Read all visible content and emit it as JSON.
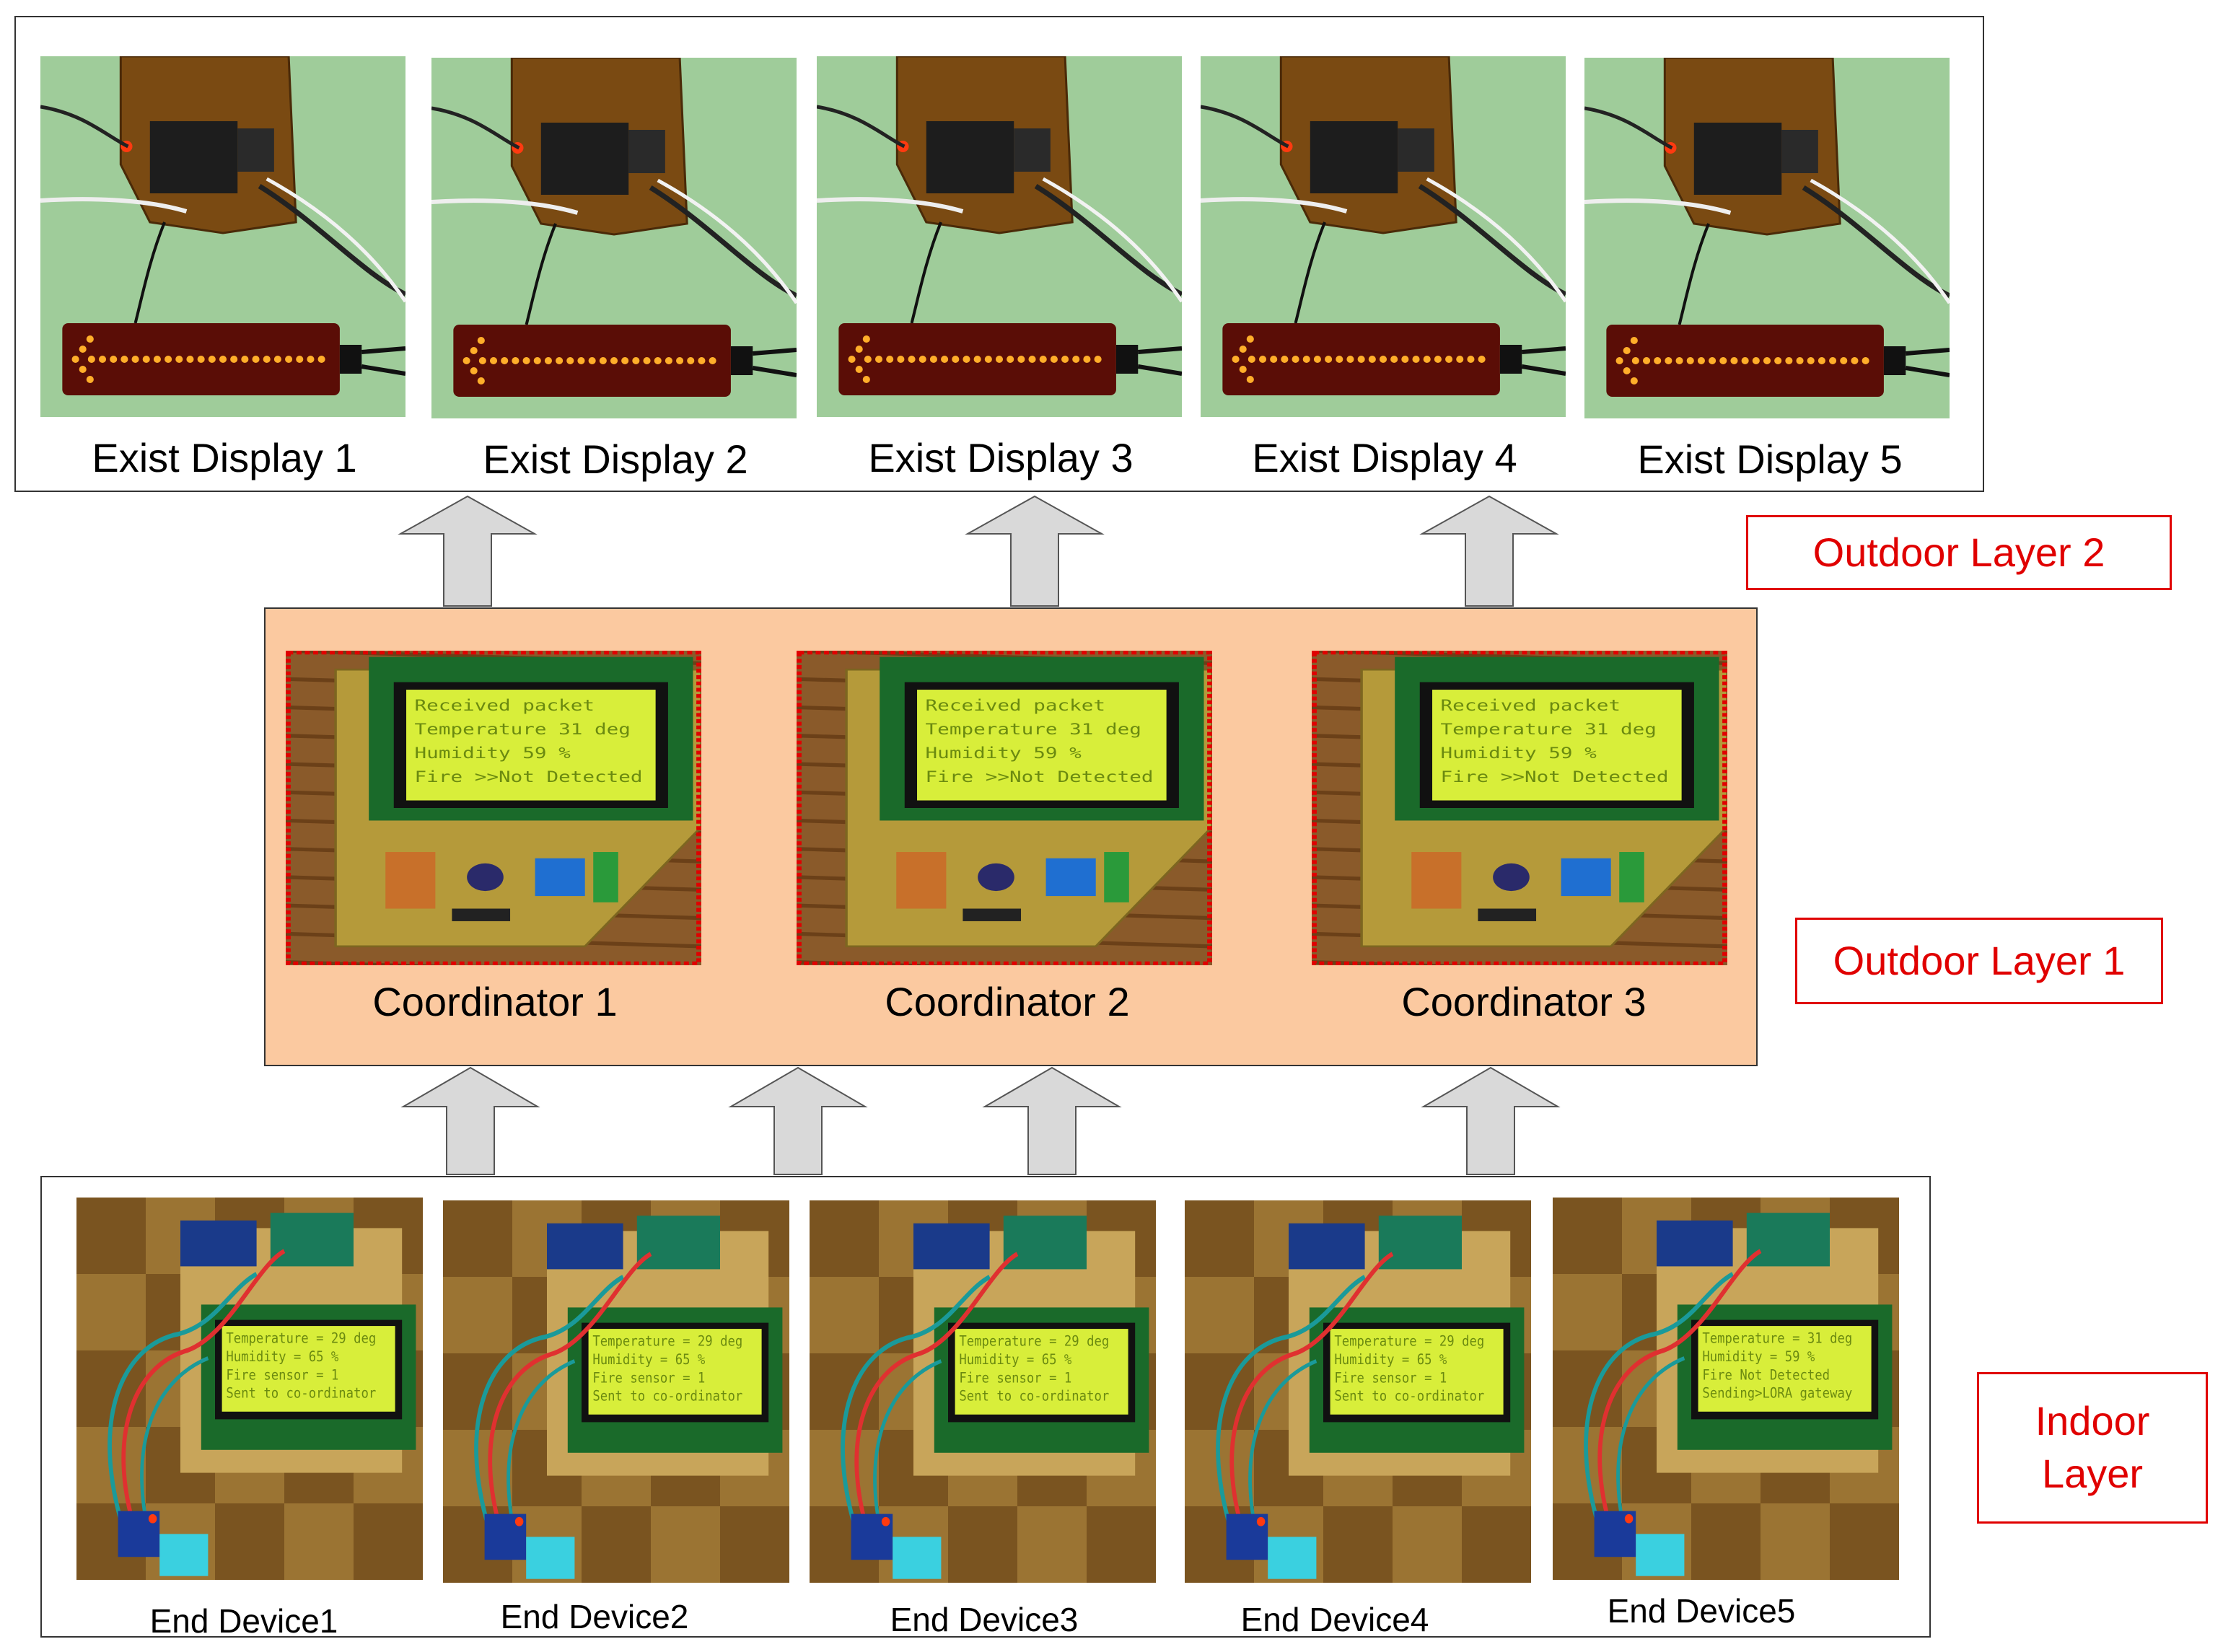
{
  "layers": {
    "outdoor_layer_2": "Outdoor  Layer 2",
    "outdoor_layer_1": "Outdoor  Layer 1",
    "indoor_layer_line1": "Indoor",
    "indoor_layer_line2": "Layer"
  },
  "exit_displays": [
    {
      "label": "Exist Display 1"
    },
    {
      "label": "Exist Display 2"
    },
    {
      "label": "Exist Display 3"
    },
    {
      "label": "Exist Display 4"
    },
    {
      "label": "Exist Display 5"
    }
  ],
  "coordinators": [
    {
      "label": "Coordinator 1"
    },
    {
      "label": "Coordinator 2"
    },
    {
      "label": "Coordinator 3"
    }
  ],
  "coordinator_lcd": [
    "Received packet",
    "Temperature 31 deg",
    "Humidity 59 %",
    "Fire >>Not Detected"
  ],
  "end_devices": [
    {
      "label": "End Device1",
      "lcd": [
        "Temperature = 29 deg",
        "Humidity = 65 %",
        "Fire sensor = 1",
        "Sent to co-ordinator"
      ]
    },
    {
      "label": "End Device2",
      "lcd": [
        "Temperature = 29 deg",
        "Humidity = 65 %",
        "Fire sensor = 1",
        "Sent to co-ordinator"
      ]
    },
    {
      "label": "End Device3",
      "lcd": [
        "Temperature = 29 deg",
        "Humidity = 65 %",
        "Fire sensor = 1",
        "Sent to co-ordinator"
      ]
    },
    {
      "label": "End Device4",
      "lcd": [
        "Temperature = 29 deg",
        "Humidity = 65 %",
        "Fire sensor = 1",
        "Sent to co-ordinator"
      ]
    },
    {
      "label": "End Device5",
      "lcd": [
        "Temperature = 31 deg",
        "Humidity = 59 %",
        "Fire Not Detected",
        "Sending>LORA gateway"
      ]
    }
  ],
  "colors": {
    "layer_label": "#e00000",
    "coordinator_panel": "#fbc9a0",
    "arrow_fill": "#d9d9d9",
    "lcd_screen": "#d8ee3a",
    "led_red": "#ff3a10"
  }
}
